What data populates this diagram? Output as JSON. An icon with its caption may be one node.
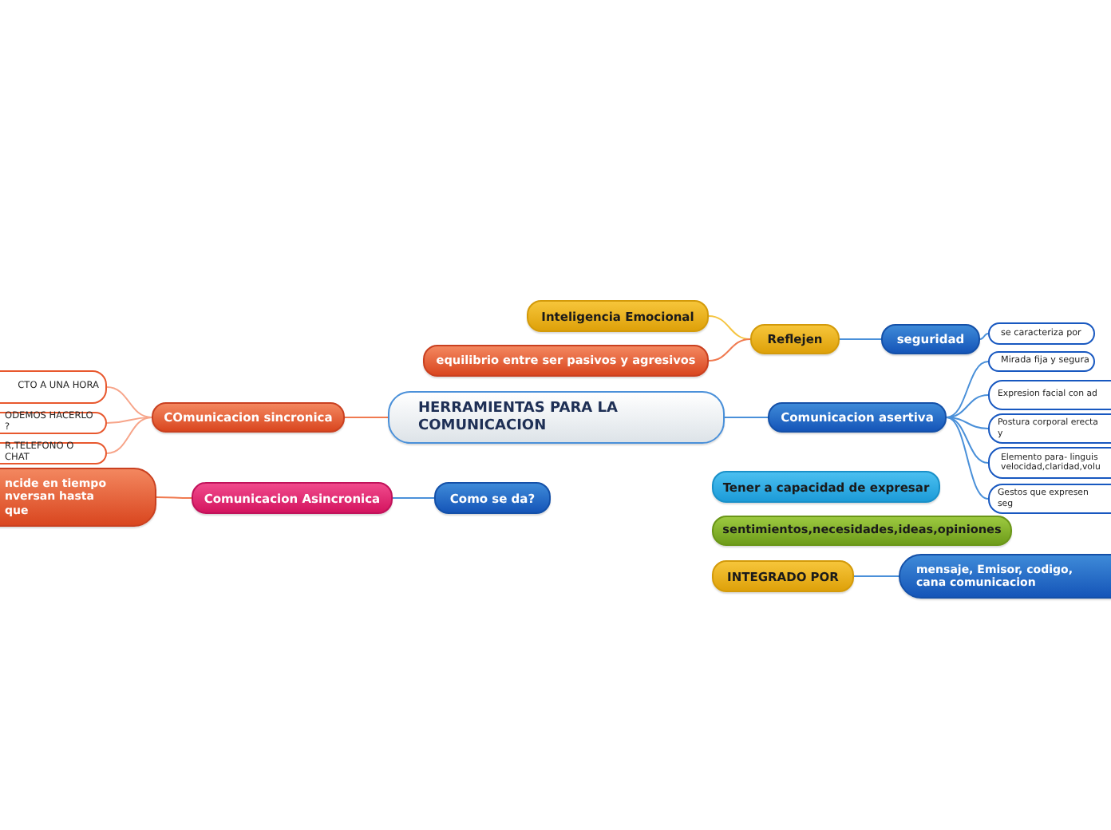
{
  "diagram": {
    "nodes": [
      {
        "text": [
          "HERRAMIENTAS PARA LA COMUNICACION"
        ]
      },
      {
        "text": [
          "COmunicacion sincronica"
        ]
      },
      {
        "text": [
          "CTO A UNA HORA"
        ]
      },
      {
        "text": [
          "ODEMOS HACERLO ?"
        ]
      },
      {
        "text": [
          "R,TELEFONO O CHAT"
        ]
      },
      {
        "text": [
          "Comunicacion Asincronica"
        ]
      },
      {
        "text": [
          "ncide en tiempo nversan hasta que"
        ]
      },
      {
        "text": [
          "Como se da?"
        ]
      },
      {
        "text": [
          "Reflejen"
        ]
      },
      {
        "text": [
          "Inteligencia Emocional"
        ]
      },
      {
        "text": [
          "equilibrio entre ser pasivos y agresivos"
        ]
      },
      {
        "text": [
          "seguridad"
        ]
      },
      {
        "text": [
          "Comunicacion asertiva"
        ]
      },
      {
        "text": [
          "se caracteriza por"
        ]
      },
      {
        "text": [
          "Mirada fija y segura"
        ]
      },
      {
        "text": [
          "Expresion facial con ad"
        ]
      },
      {
        "text": [
          "Postura corporal erecta y"
        ]
      },
      {
        "text": [
          "Elemento para- linguis velocidad,claridad,volu"
        ]
      },
      {
        "text": [
          "Gestos que expresen seg"
        ]
      },
      {
        "text": [
          "Tener a capacidad de expresar"
        ]
      },
      {
        "text": [
          "sentimientos,necesidades,ideas,opiniones"
        ]
      },
      {
        "text": [
          "INTEGRADO POR"
        ]
      },
      {
        "text": [
          "mensaje, Emisor, codigo, cana comunicacion"
        ]
      }
    ],
    "edges": [
      {
        "from": 0,
        "to": 1,
        "arrow": "none",
        "color": "#f07a50"
      },
      {
        "from": 1,
        "to": 2,
        "arrow": "none",
        "color": "#f7a58a"
      },
      {
        "from": 1,
        "to": 3,
        "arrow": "none",
        "color": "#f7a58a"
      },
      {
        "from": 1,
        "to": 4,
        "arrow": "none",
        "color": "#f7a58a"
      },
      {
        "from": 5,
        "to": 6,
        "arrow": "none",
        "color": "#f07a50"
      },
      {
        "from": 7,
        "to": 5,
        "arrow": "none"
      },
      {
        "from": 8,
        "to": 9,
        "arrow": "none",
        "color": "#f5c542"
      },
      {
        "from": 8,
        "to": 10,
        "arrow": "none",
        "color": "#f07a50"
      },
      {
        "from": 8,
        "to": 11,
        "arrow": "none"
      },
      {
        "from": 0,
        "to": 12,
        "arrow": "none"
      },
      {
        "from": 11,
        "to": 13,
        "arrow": "none"
      },
      {
        "from": 12,
        "to": 14,
        "arrow": "none"
      },
      {
        "from": 12,
        "to": 15,
        "arrow": "none"
      },
      {
        "from": 12,
        "to": 16,
        "arrow": "none"
      },
      {
        "from": 12,
        "to": 17,
        "arrow": "none"
      },
      {
        "from": 12,
        "to": 18,
        "arrow": "none"
      },
      {
        "from": 21,
        "to": 22,
        "arrow": "none"
      }
    ]
  }
}
